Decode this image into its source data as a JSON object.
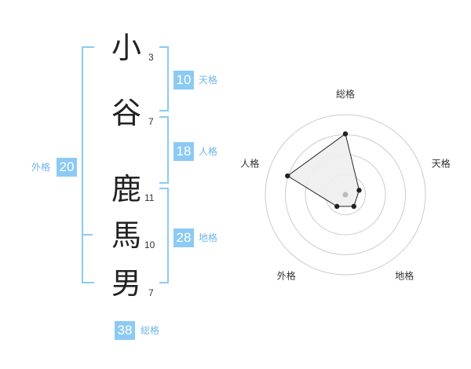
{
  "name": {
    "surname": [
      {
        "char": "小",
        "strokes": "3"
      },
      {
        "char": "谷",
        "strokes": "7"
      }
    ],
    "given": [
      {
        "char": "鹿",
        "strokes": "11"
      },
      {
        "char": "馬",
        "strokes": "10"
      },
      {
        "char": "男",
        "strokes": "7"
      }
    ]
  },
  "grades": {
    "tenkaku": {
      "value": "10",
      "label": "天格"
    },
    "jinkaku": {
      "value": "18",
      "label": "人格"
    },
    "chikaku": {
      "value": "28",
      "label": "地格"
    },
    "gaikaku": {
      "value": "20",
      "label": "外格"
    },
    "soukaku": {
      "value": "38",
      "label": "総格"
    }
  },
  "chart_data": {
    "type": "radar",
    "axes": [
      "総格",
      "天格",
      "地格",
      "外格",
      "人格"
    ],
    "values": [
      0.76,
      0.18,
      0.18,
      0.18,
      0.76
    ],
    "max": 1,
    "rings": 4,
    "colors": {
      "accent": "#8ccaf4",
      "grid": "#cccccc",
      "fill": "#eeeeee",
      "line": "#222222",
      "center": "#bbbbbb"
    }
  }
}
